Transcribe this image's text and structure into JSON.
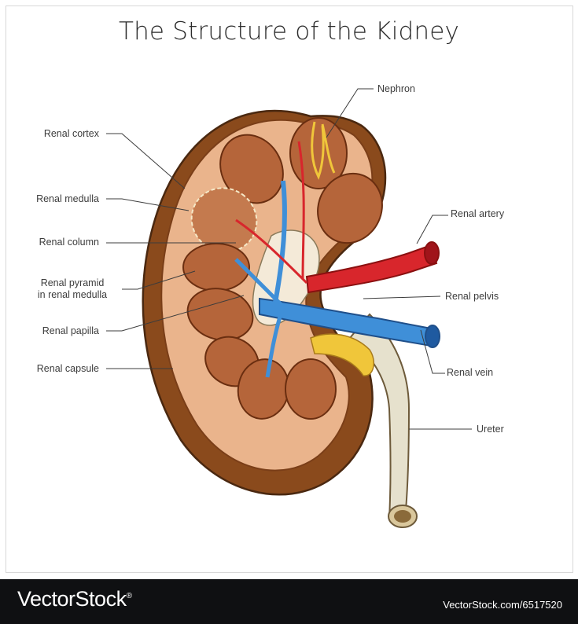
{
  "title": "The Structure of the Kidney",
  "labels": {
    "renal_cortex": "Renal cortex",
    "renal_medulla": "Renal medulla",
    "renal_column": "Renal column",
    "renal_pyramid_line1": "Renal pyramid",
    "renal_pyramid_line2": "in renal medulla",
    "renal_papilla": "Renal papilla",
    "renal_capsule": "Renal capsule",
    "nephron": "Nephron",
    "renal_artery": "Renal artery",
    "renal_pelvis": "Renal pelvis",
    "renal_vein": "Renal vein",
    "ureter": "Ureter"
  },
  "footer": {
    "brand": "VectorStock",
    "registered_mark": "®",
    "url": "VectorStock.com/6517520"
  },
  "colors": {
    "capsule": "#8a4a1c",
    "cortex": "#eab48c",
    "pyramid": "#b5653a",
    "artery": "#d8262c",
    "vein": "#3f8fd8",
    "ureter": "#e8e4d2",
    "fat": "#f0c63a"
  }
}
